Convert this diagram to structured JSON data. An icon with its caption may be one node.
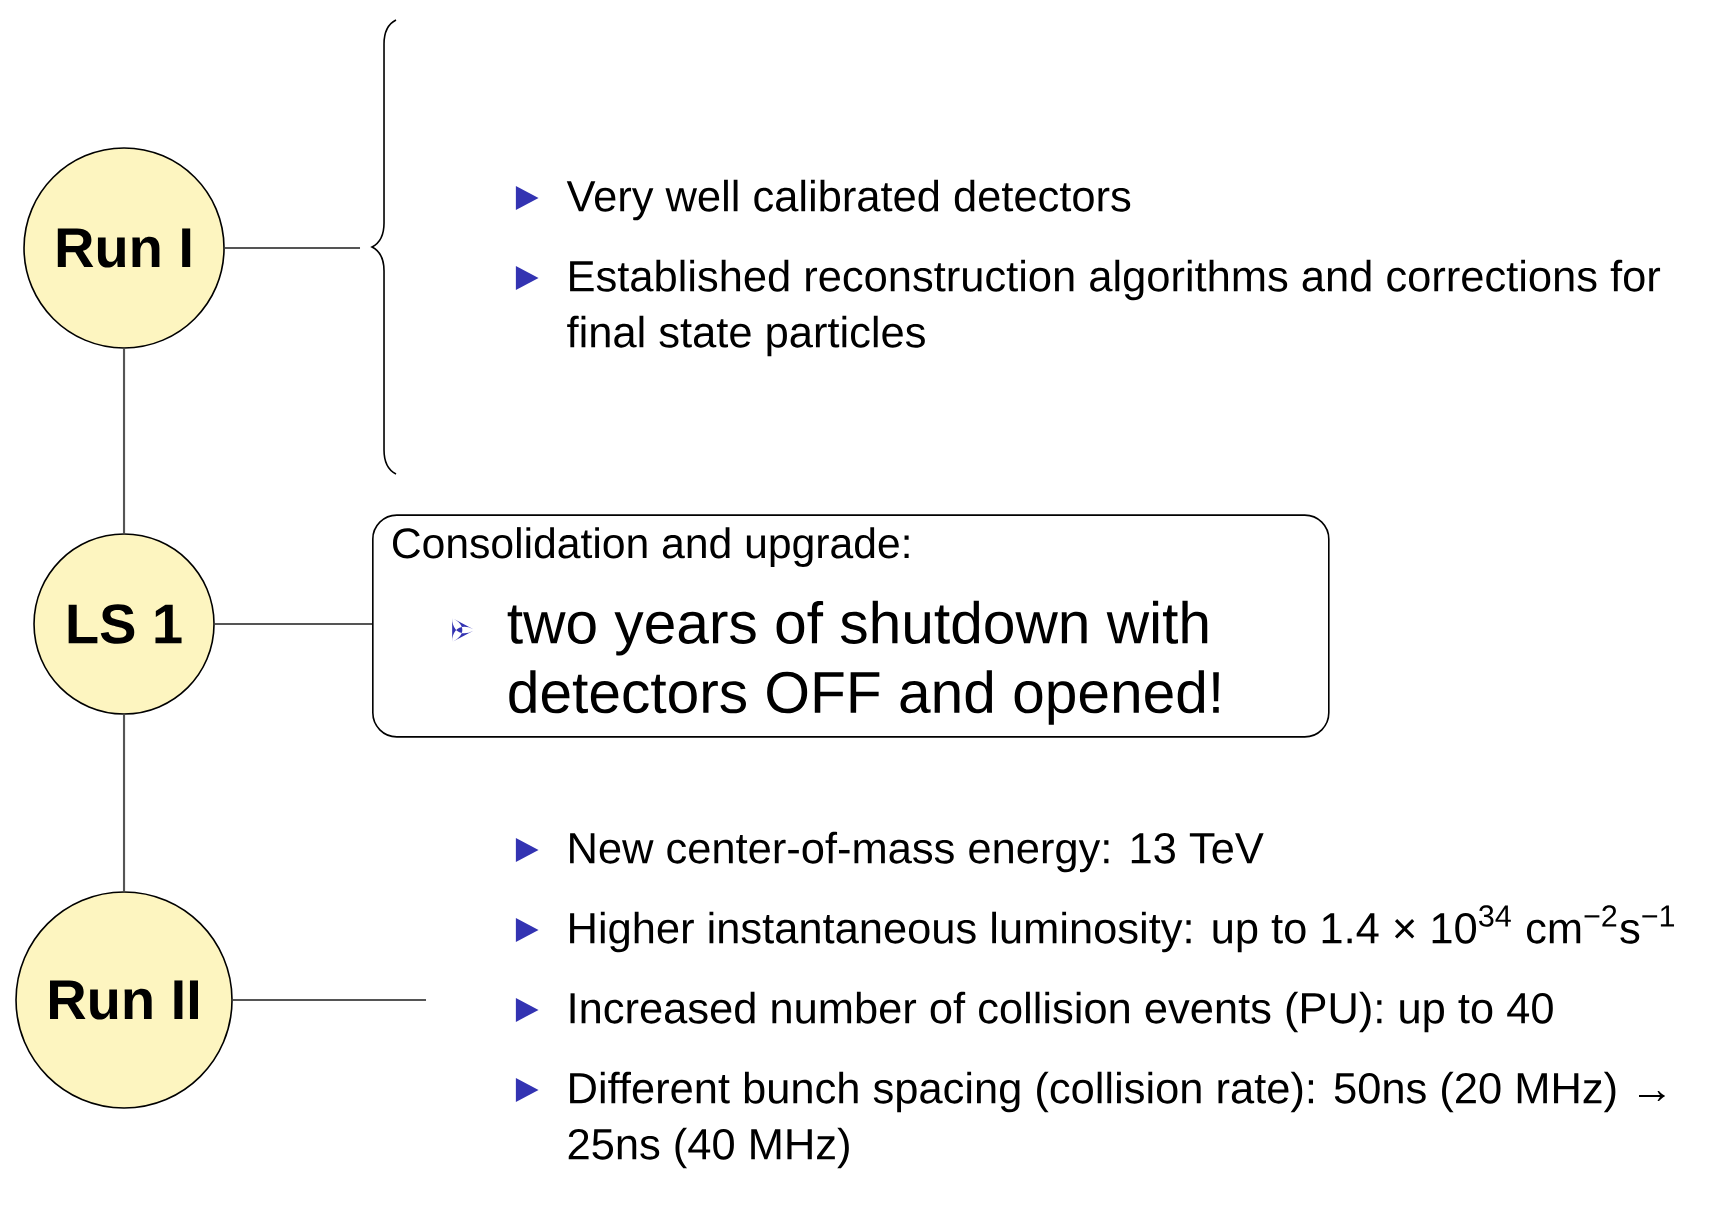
{
  "diagram": {
    "nodes": [
      {
        "text": [
          "Run I"
        ]
      },
      {
        "text": [
          "LS 1"
        ]
      },
      {
        "text": [
          "Run II"
        ]
      },
      {
        "text": [
          "Very well calibrated detectors",
          "Established reconstruction algorithms and corrections for final state particles"
        ]
      },
      {
        "text": [
          "Consolidation and upgrade:",
          "two years of shutdown with detectors OFF and opened!"
        ]
      },
      {
        "text": [
          "New center-of-mass energy: 13  TeV",
          "Higher instantaneous luminosity: up to 1.4 × 10$^{34}$ cm$^{−2}$s$^{−1}$",
          "Increased number of collision events (PU): up to 40",
          "Different bunch spacing (collision rate): 50ns (20 MHz) → 25ns (40 MHz)"
        ]
      }
    ],
    "edges": [
      {
        "from": 0,
        "to": 1,
        "arrow": "none"
      },
      {
        "from": 1,
        "to": 2,
        "arrow": "none"
      },
      {
        "from": 0,
        "to": 3,
        "arrow": "none"
      },
      {
        "from": 1,
        "to": 4,
        "arrow": "none"
      },
      {
        "from": 2,
        "to": 5,
        "arrow": "none"
      }
    ]
  }
}
